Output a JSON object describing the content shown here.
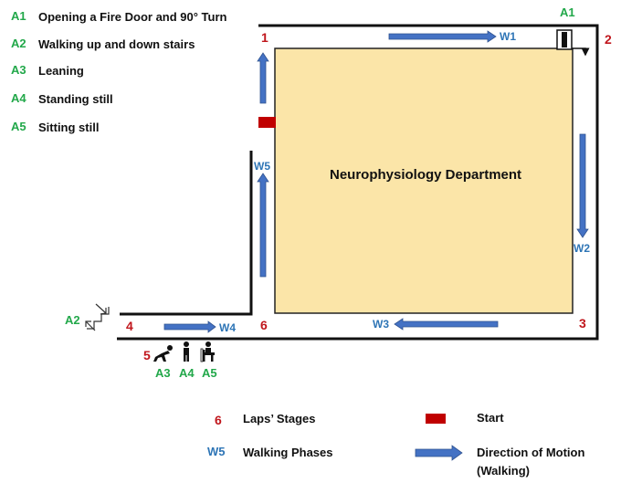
{
  "activities": [
    {
      "code": "A1",
      "label": "Opening a Fire Door and 90° Turn"
    },
    {
      "code": "A2",
      "label": "Walking up and down stairs"
    },
    {
      "code": "A3",
      "label": "Leaning"
    },
    {
      "code": "A4",
      "label": "Standing still"
    },
    {
      "code": "A5",
      "label": "Sitting still"
    }
  ],
  "department": "Neurophysiology Department",
  "stages": {
    "s1": "1",
    "s2": "2",
    "s3": "3",
    "s4": "4",
    "s5": "5",
    "s6": "6"
  },
  "phases": {
    "w1": "W1",
    "w2": "W2",
    "w3": "W3",
    "w4": "W4",
    "w5": "W5"
  },
  "map_activity_labels": {
    "a1": "A1",
    "a2": "A2",
    "a3": "A3",
    "a4": "A4",
    "a5": "A5"
  },
  "legend": {
    "laps_symbol": "6",
    "laps_label": "Laps’ Stages",
    "start_label": "Start",
    "walking_symbol": "W5",
    "walking_label": "Walking Phases",
    "direction_label_1": "Direction of Motion",
    "direction_label_2": "(Walking)"
  },
  "colors": {
    "room_fill": "#fbe5a8",
    "wall": "#111111",
    "arrow": "#4472c4",
    "start": "#c00000",
    "stage_red": "#c0161c",
    "activity_green": "#22a84a",
    "phase_blue": "#2e75b6"
  }
}
